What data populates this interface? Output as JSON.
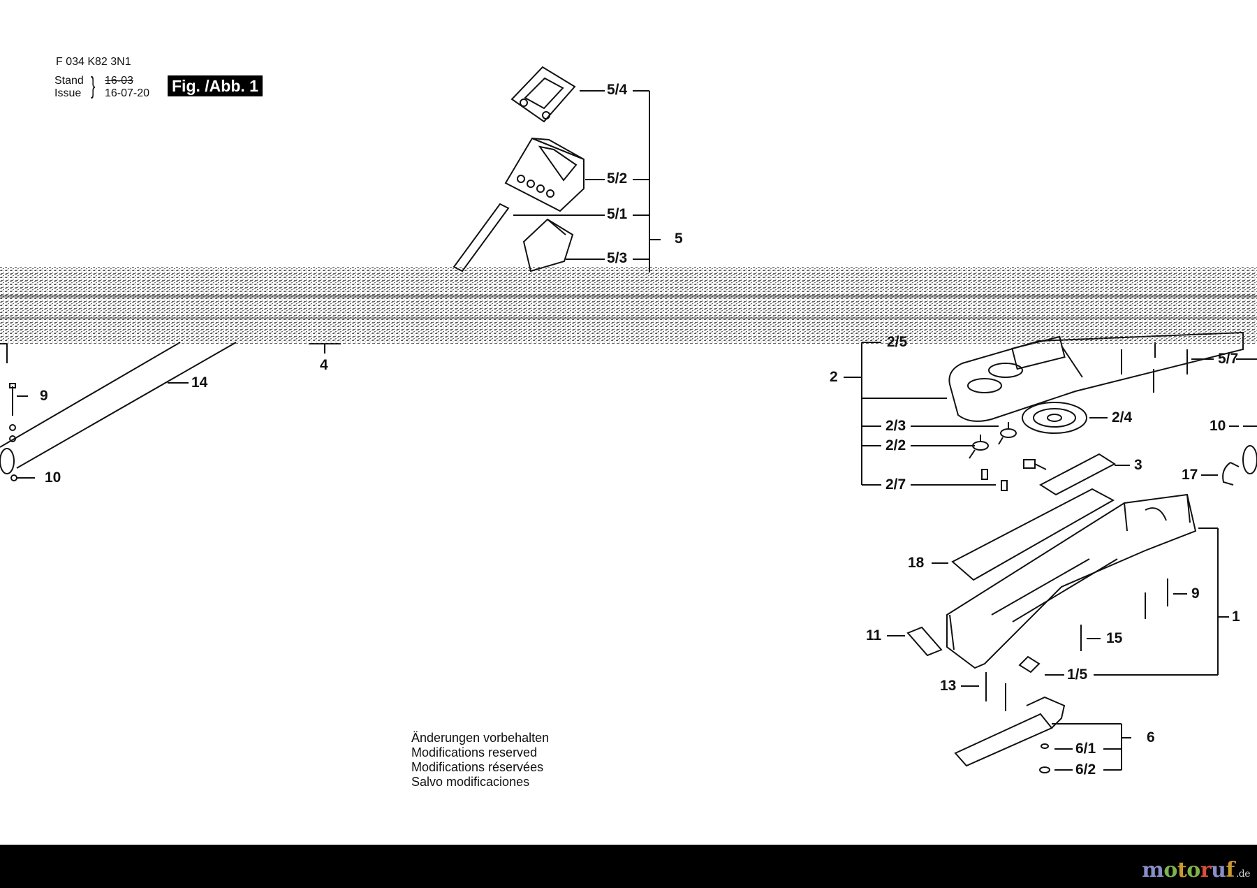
{
  "header": {
    "part_code": "F 034 K82 3N1",
    "stand_label": "Stand",
    "issue_label": "Issue",
    "old_date": "16-03",
    "issue_date": "16-07-20",
    "figure_label": "Fig. /Abb. 1"
  },
  "notes": [
    "Änderungen vorbehalten",
    "Modifications reserved",
    "Modifications réservées",
    "Salvo modificaciones"
  ],
  "callouts": {
    "c5_4": "5/4",
    "c5_2": "5/2",
    "c5_1": "5/1",
    "c5_3": "5/3",
    "c5": "5",
    "c4": "4",
    "c14": "14",
    "c9_left": "9",
    "c10_left": "10",
    "c2_5": "2/5",
    "c5_7": "5/7",
    "c2": "2",
    "c10_right": "10",
    "c2_3": "2/3",
    "c2_4": "2/4",
    "c2_2": "2/2",
    "c3": "3",
    "c2_7": "2/7",
    "c17": "17",
    "c18": "18",
    "c9_right": "9",
    "c1": "1",
    "c11": "11",
    "c15": "15",
    "c1_5": "1/5",
    "c13": "13",
    "c6": "6",
    "c6_1": "6/1",
    "c6_2": "6/2"
  },
  "footer": {
    "logo_main": "motoruf",
    "logo_tld": ".de"
  },
  "colors": {
    "line": "#111111",
    "footer_bg": "#000000",
    "logo_m": "#8a8fc9",
    "logo_o": "#7fb24a",
    "logo_t": "#c99a2e",
    "logo_r": "#d84f3a"
  }
}
